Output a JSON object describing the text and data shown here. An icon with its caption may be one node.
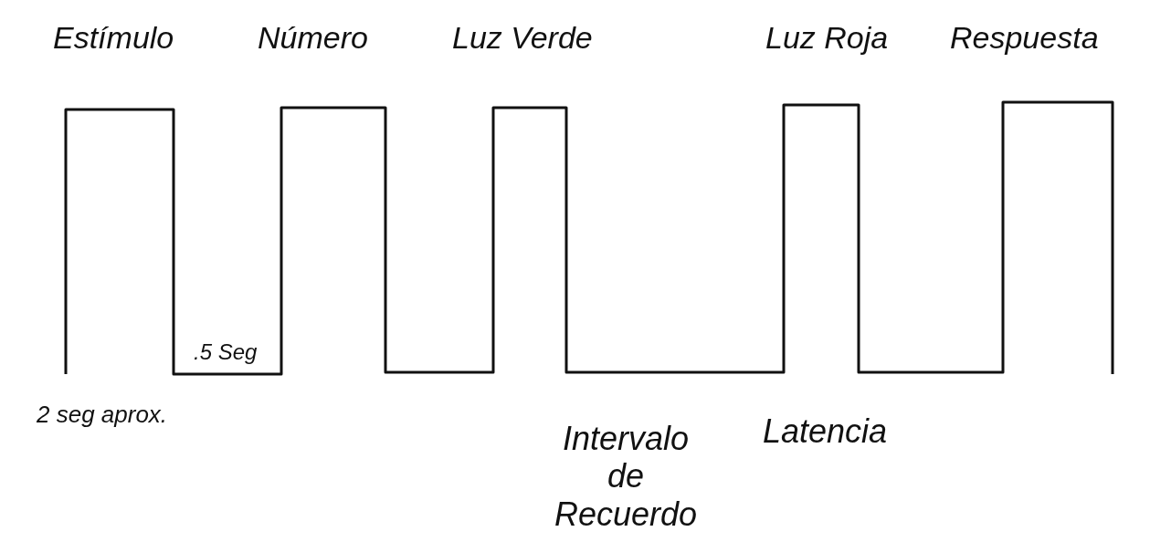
{
  "diagram": {
    "labels": [
      "Estímulo",
      "Número",
      "Luz Verde",
      "Luz Roja",
      "Respuesta",
      ".5 Seg",
      "2 seg aprox.",
      "Intervalo de Recuerdo",
      "Latencia"
    ]
  }
}
